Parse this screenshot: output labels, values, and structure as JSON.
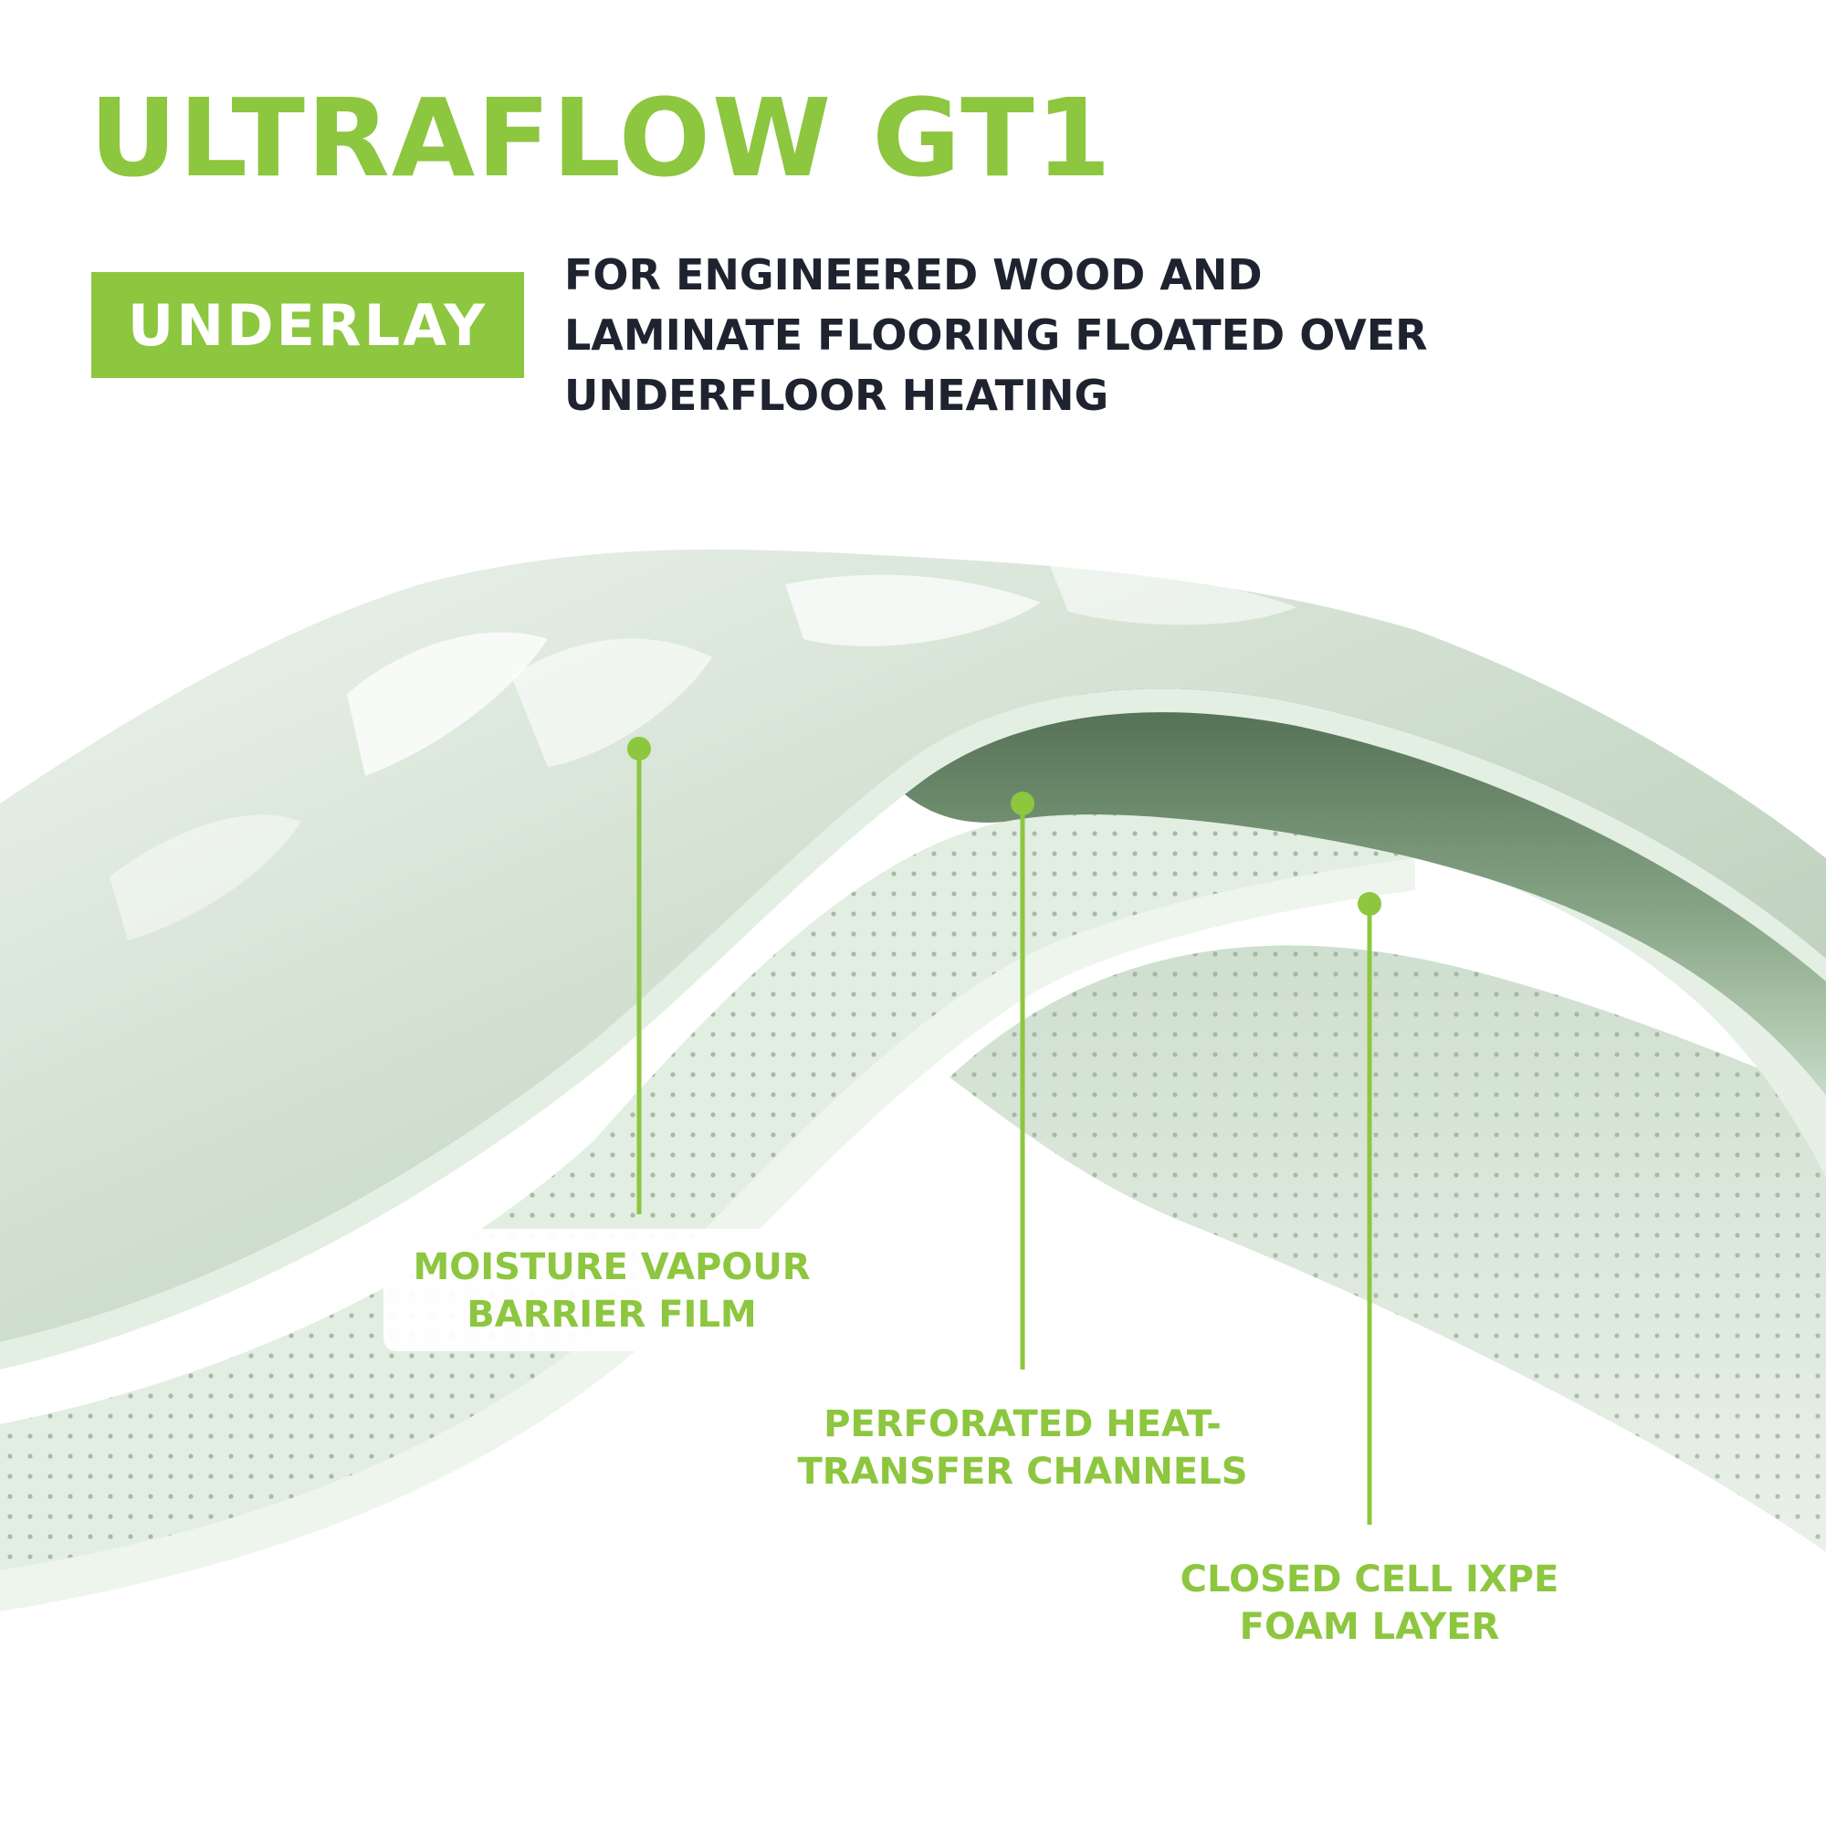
{
  "header": {
    "title": "ULTRAFLOW GT1",
    "badge": "UNDERLAY",
    "subtitle_lines": [
      "FOR ENGINEERED WOOD AND",
      "LAMINATE FLOORING FLOATED OVER",
      "UNDERFLOOR HEATING"
    ]
  },
  "callouts": [
    {
      "lines": [
        "MOISTURE VAPOUR",
        "BARRIER FILM"
      ]
    },
    {
      "lines": [
        "PERFORATED HEAT-",
        "TRANSFER CHANNELS"
      ]
    },
    {
      "lines": [
        "CLOSED CELL IXPE",
        "FOAM LAYER"
      ]
    }
  ],
  "colors": {
    "accent": "#8dc63f",
    "heading_text": "#1f2330",
    "foam": "#dcebdc",
    "film": "#c9dbc9"
  }
}
